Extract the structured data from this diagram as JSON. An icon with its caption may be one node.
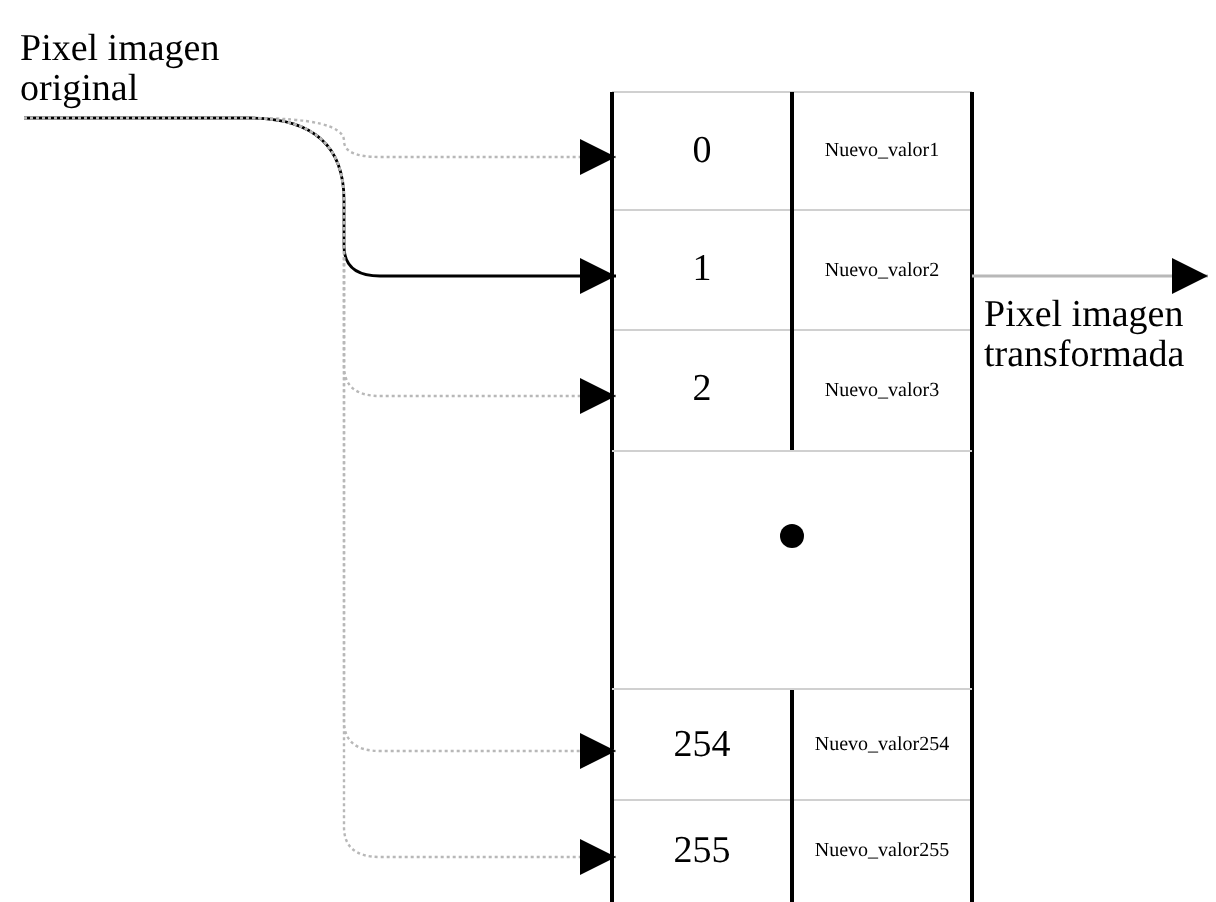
{
  "diagram": {
    "nodes": [
      {
        "text": [
          "Pixel imagen original"
        ]
      },
      {
        "text": [
          "0"
        ]
      },
      {
        "text": [
          "Nuevo_valor1"
        ]
      },
      {
        "text": [
          "1"
        ]
      },
      {
        "text": [
          "Nuevo_valor2"
        ]
      },
      {
        "text": [
          "2"
        ]
      },
      {
        "text": [
          "Nuevo_valor3"
        ]
      },
      {
        "text": [],
        "shape": "box"
      },
      {
        "text": [
          "254"
        ]
      },
      {
        "text": [
          "Nuevo_valor254"
        ]
      },
      {
        "text": [
          "255"
        ]
      },
      {
        "text": [
          "Nuevo_valor255"
        ]
      }
    ],
    "edges": [
      {
        "from": 0,
        "to": 1,
        "arrow": "to",
        "style": "dashed"
      },
      {
        "from": 0,
        "to": 3,
        "arrow": "to",
        "color": "#000000"
      },
      {
        "from": 0,
        "to": 5,
        "arrow": "to",
        "style": "dashed"
      },
      {
        "from": 0,
        "to": 8,
        "arrow": "to",
        "style": "dashed"
      },
      {
        "from": 0,
        "to": 10,
        "arrow": "to",
        "style": "dashed"
      },
      {
        "from": 4,
        "to": null,
        "arrow": "to",
        "label": "Pixel imagen transformada"
      }
    ]
  }
}
